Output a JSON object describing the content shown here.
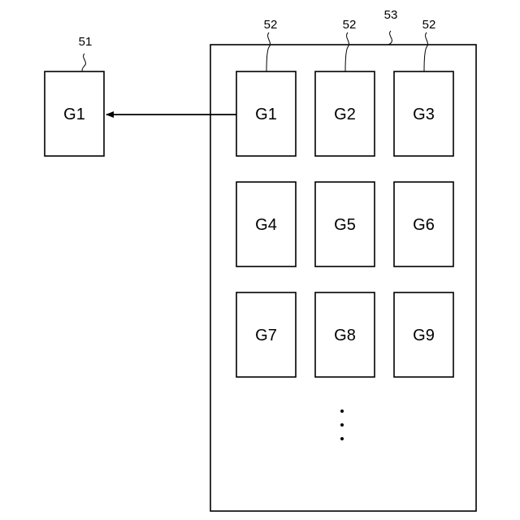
{
  "selected_tile": {
    "label": "G1",
    "ref": "51"
  },
  "panel": {
    "ref": "53",
    "tiles": [
      {
        "label": "G1",
        "ref": "52"
      },
      {
        "label": "G2",
        "ref": "52"
      },
      {
        "label": "G3",
        "ref": "52"
      },
      {
        "label": "G4"
      },
      {
        "label": "G5"
      },
      {
        "label": "G6"
      },
      {
        "label": "G7"
      },
      {
        "label": "G8"
      },
      {
        "label": "G9"
      }
    ],
    "continuation": "⋮"
  }
}
